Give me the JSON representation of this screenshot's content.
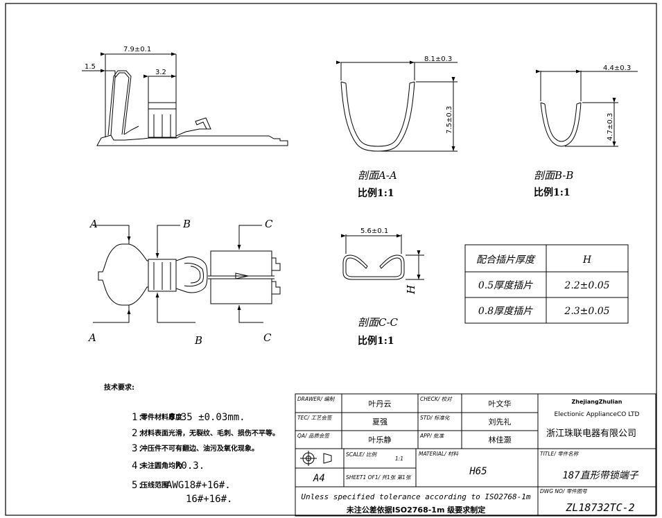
{
  "dimensions": {
    "side_width": "7.9±0.1",
    "side_left": "1.5",
    "side_right": "3.2",
    "aa_width": "8.1±0.3",
    "aa_height": "7.5±0.3",
    "bb_width": "4.4±0.3",
    "bb_height": "4.7±0.3",
    "cc_width": "5.6±0.1",
    "cc_height": "H"
  },
  "sections": {
    "aa_title": "剖面A-A",
    "aa_scale": "比例1:1",
    "bb_title": "剖面B-B",
    "bb_scale": "比例1:1",
    "cc_title": "剖面C-C",
    "cc_scale": "比例1:1"
  },
  "cut_labels": {
    "a_top": "A",
    "b_top": "B",
    "c_top": "C",
    "a_bottom": "A",
    "b_bottom": "B",
    "c_bottom": "C"
  },
  "thickness_table": {
    "headers": [
      "配合插片厚度",
      "H"
    ],
    "rows": [
      [
        "0.5厚度插片",
        "2.2±0.05"
      ],
      [
        "0.8厚度插片",
        "2.3±0.05"
      ]
    ]
  },
  "notes": {
    "title": "技术要求:",
    "items": [
      {
        "num": "1:",
        "small": "零件材料厚度",
        "big": "0.35 ±0.03mm."
      },
      {
        "num": "2:",
        "small": "材料表面光滑，无裂纹、毛刺、损伤不平等。",
        "big": ""
      },
      {
        "num": "3:",
        "small": "冲压件不可有翻边、油污及氧化现象。",
        "big": ""
      },
      {
        "num": "4:",
        "small": "未注圆角均为",
        "big": "R0.3."
      },
      {
        "num": "5:",
        "small": "压线范围",
        "big": "AWG18#+16#."
      }
    ],
    "item5_line2": "16#+16#."
  },
  "title_block": {
    "drawer_label": "DRAWER/ 编制",
    "drawer_value": "叶丹云",
    "check_label": "CHECK/ 校对",
    "check_value": "叶文华",
    "tec_label": "TEC/ 工艺会签",
    "tec_value": "夏强",
    "std_label": "STD/ 标准化",
    "std_value": "刘先礼",
    "qa_label": "QA/ 品质会签",
    "qa_value": "叶乐静",
    "app_label": "APP/ 批准",
    "app_value": "林佳灏",
    "scale_label": "SCALE/ 比例",
    "scale_value": "1:1",
    "sheet_label": "SHEET1 OF1/ 共1张 第1张",
    "paper_size": "A4",
    "material_label": "MATERIAL/ 材料",
    "material_value": "H65",
    "title_label": "TITLE/ 零件名称",
    "title_value": "187直形带锁端子",
    "company_en_1": "ZhejiangZhulian",
    "company_en_2": "Electionic ApplianceCO LTD",
    "company_cn": "浙江珠联电器有限公司",
    "tolerance_en": "Unless specified tolerance according to ISO2768-1m",
    "tolerance_cn": "未注公差依据ISO2768-1m 级要求制定",
    "dwg_label": "DWG NO/ 零件图号",
    "dwg_value": "ZL18732TC-2"
  }
}
